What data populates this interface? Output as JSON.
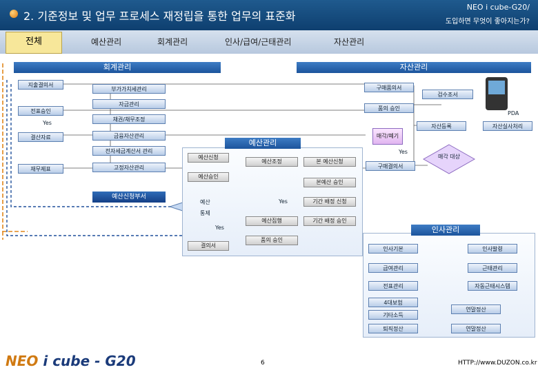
{
  "header": {
    "title": "2. 기준정보 및 업무 프로세스 재정립을 통한 업무의 표준화",
    "right_line1": "NEO i cube-G20/",
    "right_line2": "도입하면 무엇이 좋아지는가?"
  },
  "tabs": {
    "selected": "전체",
    "items": [
      "예산관리",
      "회계관리",
      "인사/급여/근태관리",
      "자산관리"
    ]
  },
  "sections": {
    "accounting": "회계관리",
    "asset": "자산관리",
    "budget": "예산관리",
    "hr": "인사관리"
  },
  "accounting": {
    "expense_resolution": "지출결의서",
    "journal_entry": "전표승인",
    "settlement": "결산자료",
    "financial_statements": "재무제표",
    "yes": "Yes",
    "vat": "부가가치세관리",
    "funds": "자금관리",
    "bond_debt": "채권/채무조정",
    "financial_goods": "금융자산관리",
    "tax_invoice": "전자세금계산서 관리",
    "fixed_asset": "고정자산관리"
  },
  "asset": {
    "purchase_request": "구매품의서",
    "inspection": "검수조서",
    "purchase_approval": "품의 승인",
    "asset_register": "자산등록",
    "asset_survey": "자산실사처리",
    "pda": "PDA",
    "gifts_disposal": "매각/폐기",
    "purchase_resolution": "구매결의서",
    "yes": "Yes",
    "sale_disposal": "매각 대상"
  },
  "budget": {
    "request": "예산신청",
    "adjust": "예산조정",
    "main_request": "본 예산신청",
    "approve": "예산승인",
    "main_approve": "본예산 승인",
    "judge1": "예산",
    "judge2": "통제",
    "yes1": "Yes",
    "yes2": "Yes",
    "period_request": "기간 배정 신청",
    "execute": "예산집행",
    "period_approve": "기간 배정 승인",
    "exec_approve": "품의 승인",
    "request_dept": "예산신청부서",
    "expense": "결의서"
  },
  "hr": {
    "basic": "인사기본",
    "appointment": "인사발령",
    "salary": "급여관리",
    "attendance": "근태관리",
    "slip": "전표관리",
    "attendance_sys": "자동근태시스템",
    "insurance": "4대보험",
    "yearend": "연말정산",
    "other": "기타소득",
    "retire": "퇴직정산",
    "yearend2": "연말정산"
  },
  "footer": {
    "page": "6",
    "url": "HTTP://www.DUZON.co.kr",
    "logo_neo": "NEO",
    "logo_rest": " i cube - G20"
  }
}
